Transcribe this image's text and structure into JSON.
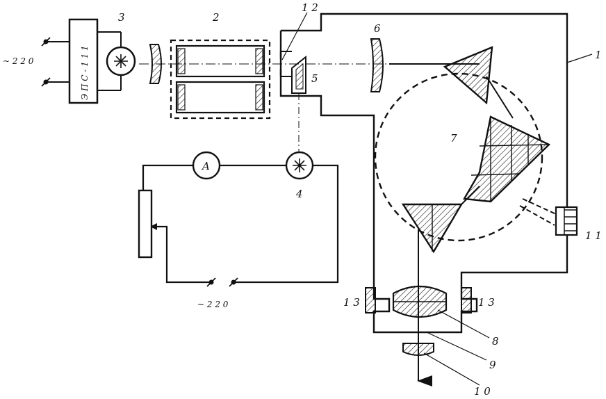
{
  "labels": {
    "n1": "1",
    "n2": "2",
    "n3": "3",
    "n4": "4",
    "n5": "5",
    "n6": "6",
    "n7": "7",
    "n8": "8",
    "n9": "9",
    "n10": "1 0",
    "n11": "1 1",
    "n12": "1 2",
    "n13_left": "1 3",
    "n13_right": "1 3",
    "power_top": "~ 2 2 0",
    "power_bottom": "~ 2 2 0",
    "power_supply": "Э П С - 1 1 1",
    "ammeter": "A"
  }
}
